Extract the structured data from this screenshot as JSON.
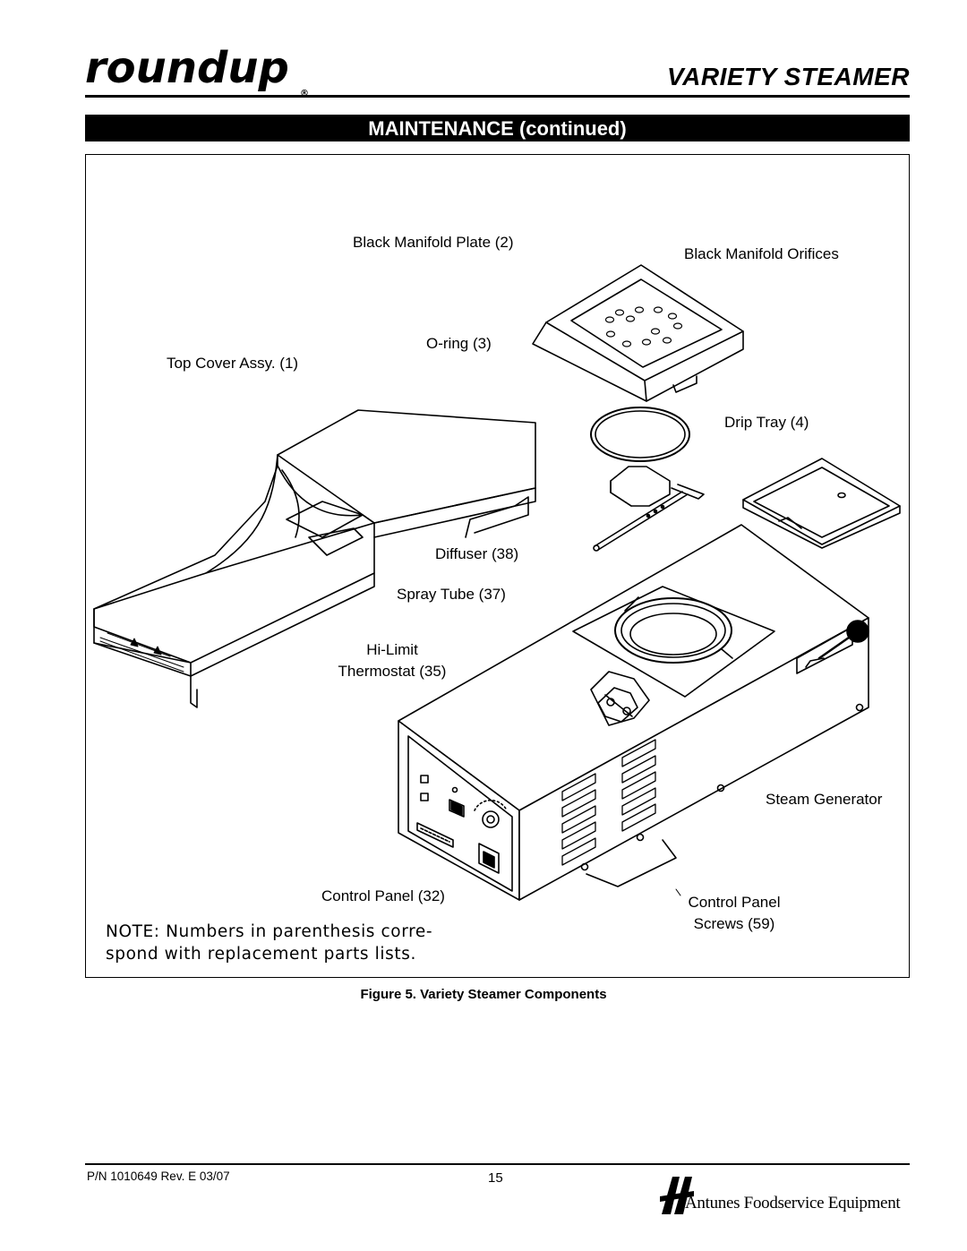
{
  "header": {
    "brand": "roundup",
    "brand_mark": "®",
    "title": "VARIETY STEAMER"
  },
  "section": {
    "title": "MAINTENANCE (continued)"
  },
  "figure": {
    "labels": {
      "black_manifold_plate": "Black Manifold Plate (2)",
      "black_manifold_orifices": "Black Manifold Orifices",
      "o_ring": "O-ring (3)",
      "top_cover": "Top Cover Assy. (1)",
      "drip_tray": "Drip Tray (4)",
      "diffuser": "Diffuser (38)",
      "spray_tube": "Spray Tube (37)",
      "hi_limit_line1": "Hi-Limit",
      "hi_limit_line2": "Thermostat (35)",
      "steam_generator": "Steam Generator",
      "control_panel": "Control Panel (32)",
      "control_panel_screws_line1": "Control Panel",
      "control_panel_screws_line2": "Screws (59)"
    },
    "note_line1": "NOTE: Numbers in parenthesis corre-",
    "note_line2": "spond with replacement parts lists.",
    "caption": "Figure 5.  Variety Steamer Components"
  },
  "footer": {
    "part_number": "P/N 1010649 Rev. E 03/07",
    "page": "15",
    "company": "Antunes Foodservice Equipment"
  }
}
